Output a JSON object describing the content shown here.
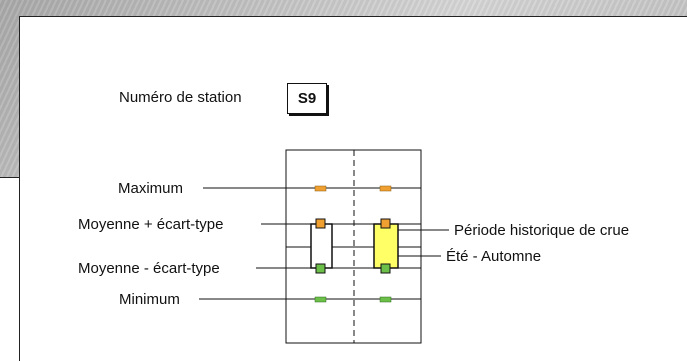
{
  "station": {
    "label": "Numéro de station",
    "value": "S9"
  },
  "legend": {
    "left_labels": {
      "maximum": "Maximum",
      "mean_plus_sd": "Moyenne + écart-type",
      "mean_minus_sd": "Moyenne - écart-type",
      "minimum": "Minimum"
    },
    "right_labels": {
      "historical_period": "Période historique de crue",
      "season": "Été - Automne"
    }
  },
  "colors": {
    "maximum_marker": "#f0a030",
    "mean_plus_sd_marker": "#f0a030",
    "mean_minus_sd_marker": "#6cc04a",
    "minimum_marker": "#6cc04a",
    "highlight_box": "#ffff66"
  }
}
